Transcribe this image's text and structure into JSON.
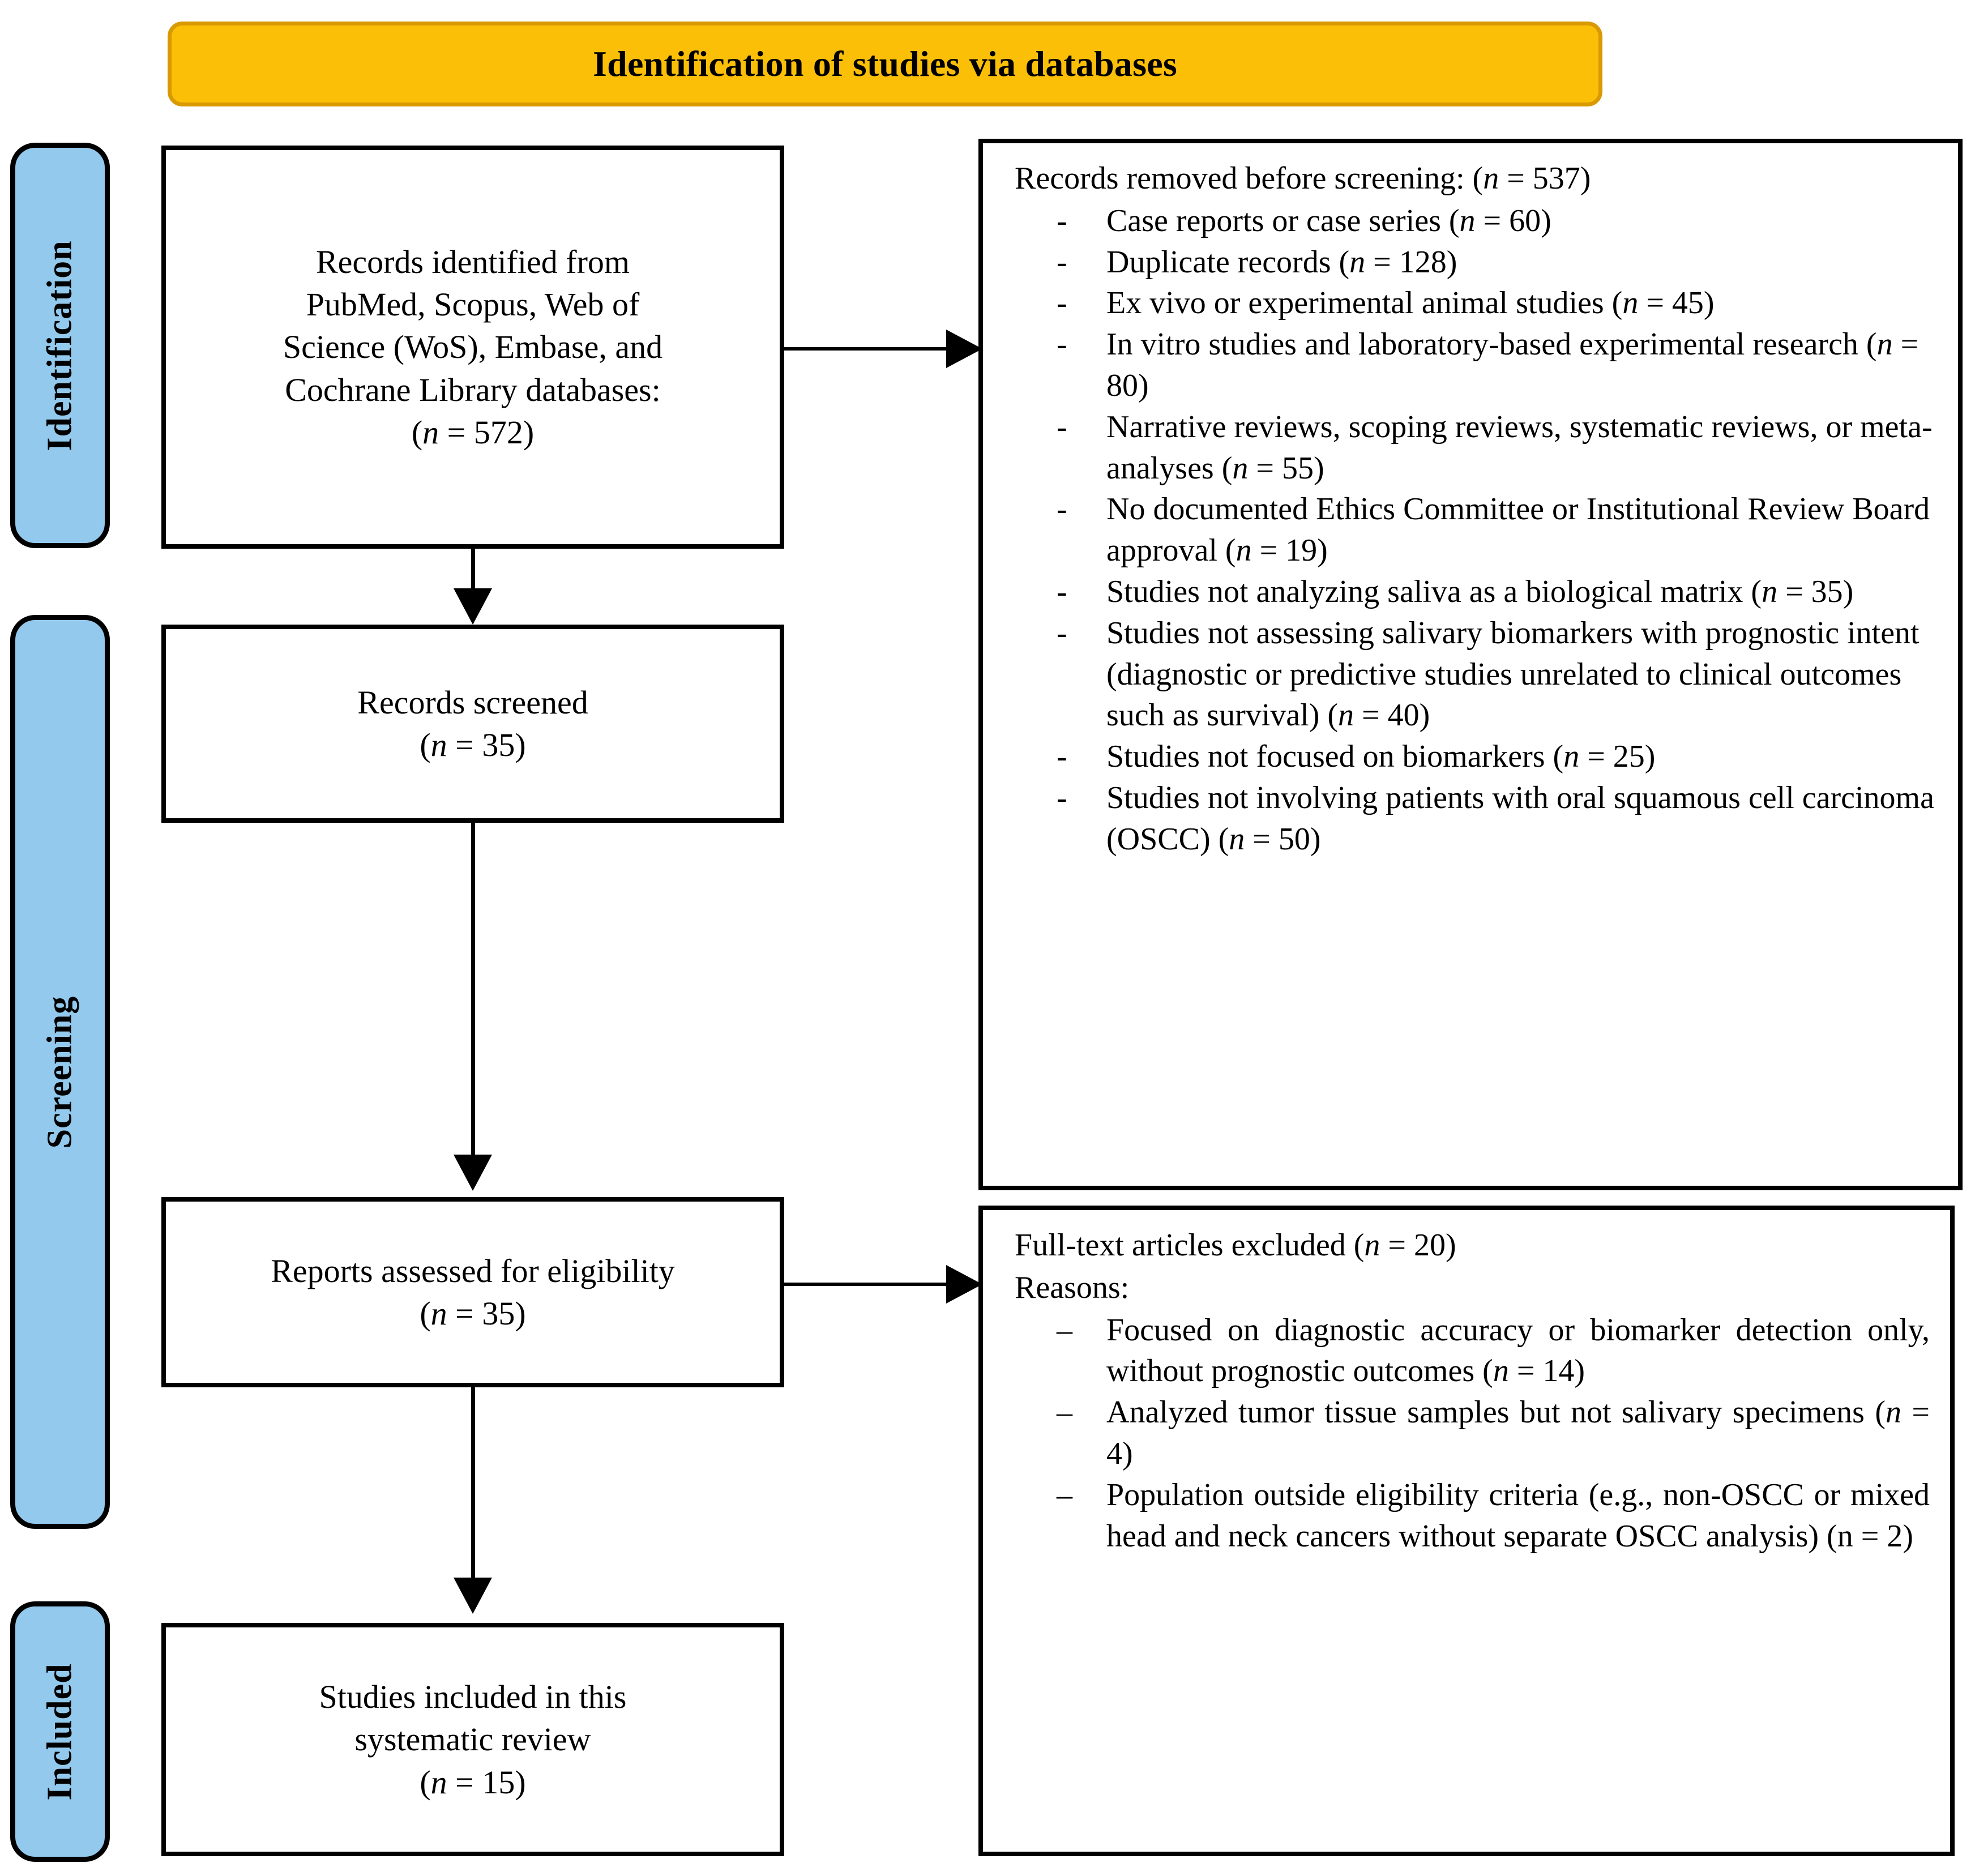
{
  "banner": {
    "title": "Identification of studies via databases",
    "fill_color": "#fbbf07",
    "border_color": "#d89a00"
  },
  "stages": {
    "fill_color": "#93c9ec",
    "identification": "Identification",
    "screening": "Screening",
    "included": "Included"
  },
  "boxes": {
    "identified": {
      "lines": [
        "Records identified from",
        "PubMed, Scopus, Web of",
        "Science (WoS), Embase, and",
        "Cochrane Library databases:"
      ],
      "count_prefix": "(",
      "count_italic_n": "n",
      "count_eq": " = ",
      "count_value": "572",
      "count_suffix": ")"
    },
    "screened": {
      "lines": [
        "Records screened"
      ],
      "count_prefix": "(",
      "count_italic_n": "n",
      "count_eq": " = ",
      "count_value": "35",
      "count_suffix": ")"
    },
    "eligibility": {
      "lines": [
        "Reports assessed for eligibility"
      ],
      "count_prefix": "(",
      "count_italic_n": "n",
      "count_eq": " = ",
      "count_value": "35",
      "count_suffix": ")"
    },
    "included": {
      "lines": [
        "Studies included in this",
        "systematic review"
      ],
      "count_prefix": "(",
      "count_italic_n": "n",
      "count_eq": " = ",
      "count_value": "15",
      "count_suffix": ")"
    }
  },
  "removed_before_screening": {
    "heading_text": "Records removed before screening: (",
    "heading_italic_n": "n",
    "heading_eq": " = ",
    "heading_value": "537",
    "heading_suffix": ")",
    "bullet_glyph": "-",
    "items": [
      {
        "text": "Case reports or case series (",
        "n": "n",
        "eq": " = ",
        "value": "60",
        "suffix": ")"
      },
      {
        "text": "Duplicate records (",
        "n": "n",
        "eq": " = ",
        "value": "128",
        "suffix": ")"
      },
      {
        "text": "Ex vivo or experimental animal studies (",
        "n": "n",
        "eq": " = ",
        "value": "45",
        "suffix": ")"
      },
      {
        "text": "In vitro studies and laboratory-based experimental research (",
        "n": "n",
        "eq": " = ",
        "value": "80",
        "suffix": ")"
      },
      {
        "text": "Narrative reviews, scoping reviews, systematic reviews, or meta-analyses (",
        "n": "n",
        "eq": " = ",
        "value": "55",
        "suffix": ")"
      },
      {
        "text": "No documented Ethics Committee or Institutional Review Board approval (",
        "n": "n",
        "eq": " = ",
        "value": "19",
        "suffix": ")"
      },
      {
        "text": "Studies not analyzing saliva as a biological matrix (",
        "n": "n",
        "eq": " = ",
        "value": "35",
        "suffix": ")"
      },
      {
        "text": "Studies not assessing salivary biomarkers with prognostic intent (diagnostic or predictive studies unrelated to clinical outcomes such as survival) (",
        "n": "n",
        "eq": " = ",
        "value": "40",
        "suffix": ")"
      },
      {
        "text": "Studies not focused on biomarkers (",
        "n": "n",
        "eq": " = ",
        "value": "25",
        "suffix": ")"
      },
      {
        "text": "Studies not involving patients with oral squamous cell carcinoma (OSCC) (",
        "n": "n",
        "eq": " = ",
        "value": "50",
        "suffix": ")"
      }
    ]
  },
  "fulltext_excluded": {
    "heading_text": "Full-text articles excluded (",
    "heading_italic_n": "n",
    "heading_eq": " = ",
    "heading_value": "20",
    "heading_suffix": ")",
    "reasons_label": "Reasons:",
    "bullet_glyph": "–",
    "items": [
      {
        "text": "Focused on diagnostic accuracy or biomarker detection only, without prognostic outcomes (",
        "n": "n",
        "eq": " = ",
        "value": "14",
        "suffix": ")",
        "italic_n": true
      },
      {
        "text": "Analyzed tumor tissue samples but not salivary specimens (",
        "n": "n",
        "eq": " = ",
        "value": "4",
        "suffix": ")",
        "italic_n": true
      },
      {
        "text": "Population outside eligibility criteria (e.g., non-OSCC or mixed head and neck cancers without separate OSCC analysis) (",
        "n": "n",
        "eq": " = ",
        "value": "2",
        "suffix": ")",
        "italic_n": false
      }
    ]
  },
  "colors": {
    "line": "#000000",
    "box_fill": "#ffffff",
    "page_bg": "#ffffff"
  }
}
